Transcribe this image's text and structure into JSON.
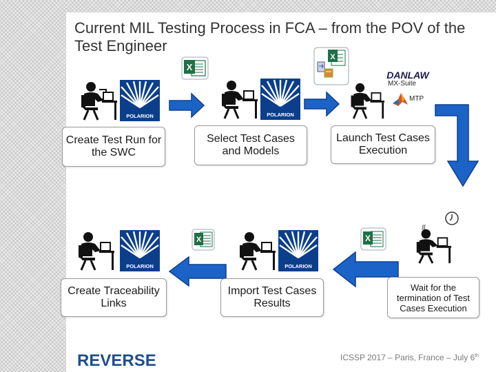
{
  "title": "Current MIL Testing Process in FCA – from the POV of the Test Engineer",
  "steps": {
    "create_test_run": "Create Test Run for the SWC",
    "select_test_cases": "Select Test Cases and Models",
    "launch_test": "Launch Test Cases Execution",
    "wait_termination": "Wait for the termination of Test Cases Execution",
    "import_results": "Import Test Cases Results",
    "create_traceability": "Create Traceability Links"
  },
  "tools": {
    "polarion": "POLARION",
    "danlaw": "DANLAW",
    "mx_suite": "MX-Suite",
    "mtp": "MTP",
    "excel_letter": "X"
  },
  "footer": {
    "text": "ICSSP 2017 – Paris, France – July 6",
    "suffix": "th"
  },
  "logo": {
    "text": "REVERSE"
  },
  "colors": {
    "arrow_blue": "#1c63c8",
    "excel_green": "#1e7145",
    "polarion_blue": "#0b3f8c",
    "title_text": "#333333"
  }
}
